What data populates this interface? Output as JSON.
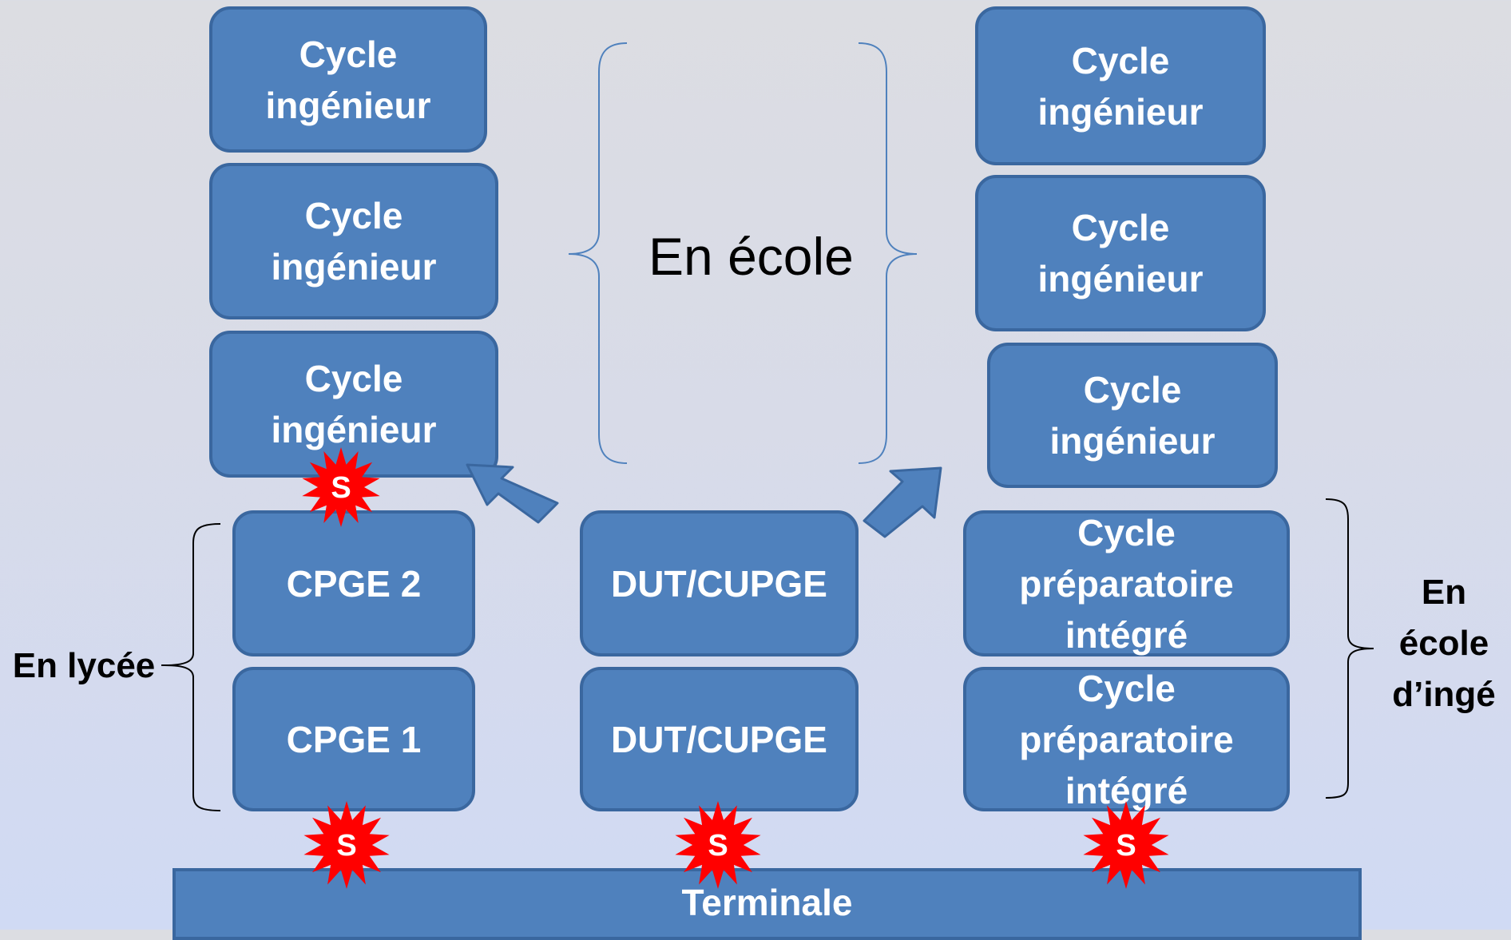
{
  "left_column": {
    "cycles": [
      "Cycle\ningénieur",
      "Cycle\ningénieur",
      "Cycle\ningénieur"
    ],
    "cpge2": "CPGE  2",
    "cpge1": "CPGE 1",
    "group_label": "En lycée"
  },
  "middle_column": {
    "dut_top": "DUT/CUPGE",
    "dut_bottom": "DUT/CUPGE",
    "ecole_label": "En école"
  },
  "right_column": {
    "cycles": [
      "Cycle\ningénieur",
      "Cycle\ningénieur",
      "Cycle\ningénieur"
    ],
    "prepa_top": "Cycle\npréparatoire\nintégré",
    "prepa_bottom": "Cycle\npréparatoire\nintégré",
    "group_label": "En\nécole\nd’ingé"
  },
  "terminal": "Terminale",
  "selection_badge": "S",
  "colors": {
    "box_fill": "#4f81bd",
    "box_border": "#3a679f",
    "burst_fill": "#ff0000",
    "bracket": "#4f81bd"
  }
}
